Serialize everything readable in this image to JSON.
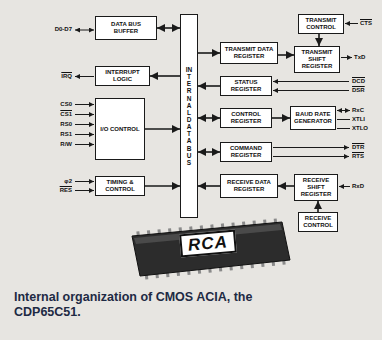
{
  "diagram": {
    "caption": "Internal organization of CMOS ACIA, the CDP65C51.",
    "nodes": [
      {
        "text": [
          "DATA BUS BUFFER"
        ]
      },
      {
        "text": [
          "INTERRUPT LOGIC"
        ]
      },
      {
        "text": [
          "I/O CONTROL"
        ]
      },
      {
        "text": [
          "TIMING & CONTROL"
        ]
      },
      {
        "text": [
          "INTERNAL DATA BUS"
        ]
      },
      {
        "text": [
          "TRANSMIT CONTROL"
        ]
      },
      {
        "text": [
          "TRANSMIT DATA REGISTER"
        ]
      },
      {
        "text": [
          "TRANSMIT SHIFT REGISTER"
        ]
      },
      {
        "text": [
          "STATUS REGISTER"
        ]
      },
      {
        "text": [
          "CONTROL REGISTER"
        ]
      },
      {
        "text": [
          "BAUD RATE GENERATOR"
        ]
      },
      {
        "text": [
          "COMMAND REGISTER"
        ]
      },
      {
        "text": [
          "RECEIVE DATA REGISTER"
        ]
      },
      {
        "text": [
          "RECEIVE SHIFT REGISTER"
        ]
      },
      {
        "text": [
          "RECEIVE CONTROL"
        ]
      }
    ],
    "edges": [
      {
        "from": 0,
        "to": 4,
        "arrow": "both"
      },
      {
        "from": 4,
        "to": 1,
        "arrow": "to"
      },
      {
        "from": 2,
        "to": 4,
        "arrow": "to"
      },
      {
        "from": 3,
        "to": 4,
        "arrow": "to"
      },
      {
        "from": 4,
        "to": 6,
        "arrow": "to"
      },
      {
        "from": 6,
        "to": 7,
        "arrow": "to"
      },
      {
        "from": 5,
        "to": 7,
        "arrow": "to"
      },
      {
        "from": 8,
        "to": 4,
        "arrow": "to"
      },
      {
        "from": 4,
        "to": 9,
        "arrow": "both"
      },
      {
        "from": 9,
        "to": 10,
        "arrow": "to"
      },
      {
        "from": 4,
        "to": 11,
        "arrow": "both"
      },
      {
        "from": 12,
        "to": 4,
        "arrow": "to"
      },
      {
        "from": 13,
        "to": 12,
        "arrow": "to"
      },
      {
        "from": 14,
        "to": 13,
        "arrow": "to"
      }
    ],
    "labels": [
      "D0-D7",
      "IRQ",
      "CS0",
      "CS1",
      "RS0",
      "RS1",
      "R/W",
      "φ2",
      "RES",
      "CTS",
      "TxD",
      "DCD",
      "DSR",
      "RxC",
      "XTLI",
      "XTLO",
      "DTR",
      "RTS",
      "RxD",
      "RCA"
    ]
  }
}
